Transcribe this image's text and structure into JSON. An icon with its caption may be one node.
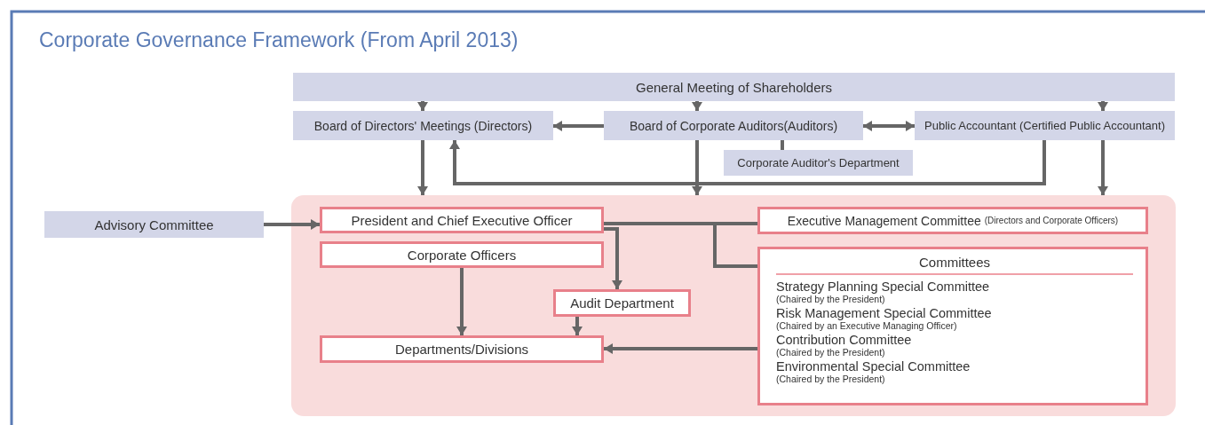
{
  "diagram": {
    "title": "Corporate Governance Framework (From April 2013)",
    "nodes": [
      {
        "text": [
          "General Meeting of Shareholders"
        ]
      },
      {
        "text": [
          "Board of Directors' Meetings (Directors)"
        ]
      },
      {
        "text": [
          "Board of Corporate Auditors(Auditors)"
        ]
      },
      {
        "text": [
          "Public Accountant (Certified Public Accountant)"
        ]
      },
      {
        "text": [
          "Corporate Auditor's Department"
        ]
      },
      {
        "text": [],
        "shape": "box"
      },
      {
        "text": [
          "Advisory Committee"
        ]
      },
      {
        "text": [
          "President and Chief Executive Officer"
        ],
        "in": 5
      },
      {
        "text": [
          "Corporate Officers"
        ],
        "in": 5
      },
      {
        "text": [
          "Audit Department"
        ],
        "in": 5
      },
      {
        "text": [
          "Departments/Divisions"
        ],
        "in": 5
      },
      {
        "text": [
          "Executive Management Committee",
          "(Directors and Corporate Officers)"
        ],
        "in": 5
      },
      {
        "text": [
          "Committees",
          "Strategy Planning Special Committee",
          "(Chaired by the President)",
          "Risk Management Special Committee",
          "(Chaired by an Executive Managing Officer)",
          "Contribution Committee",
          "(Chaired by the President)",
          "Environmental Special Committee",
          "(Chaired by the President)"
        ],
        "in": 5
      }
    ],
    "edges": [
      {
        "from": 0,
        "to": 1,
        "arrow": "to"
      },
      {
        "from": 0,
        "to": 2,
        "arrow": "to"
      },
      {
        "from": 0,
        "to": 3,
        "arrow": "to"
      },
      {
        "from": 2,
        "to": 1,
        "arrow": "to"
      },
      {
        "from": 2,
        "to": 3,
        "arrow": "both"
      },
      {
        "from": 2,
        "to": 4,
        "arrow": "none"
      },
      {
        "from": 1,
        "to": 5,
        "arrow": "to"
      },
      {
        "from": 2,
        "to": 5,
        "arrow": "to"
      },
      {
        "from": 3,
        "to": 5,
        "arrow": "to"
      },
      {
        "from": 3,
        "to": 1,
        "arrow": "to"
      },
      {
        "from": 6,
        "to": 7,
        "arrow": "to"
      },
      {
        "from": 7,
        "to": 11,
        "arrow": "none"
      },
      {
        "from": 7,
        "to": 12,
        "arrow": "none"
      },
      {
        "from": 7,
        "to": 9,
        "arrow": "to"
      },
      {
        "from": 8,
        "to": 10,
        "arrow": "to"
      },
      {
        "from": 9,
        "to": 10,
        "arrow": "to"
      },
      {
        "from": 12,
        "to": 10,
        "arrow": "to"
      }
    ]
  }
}
